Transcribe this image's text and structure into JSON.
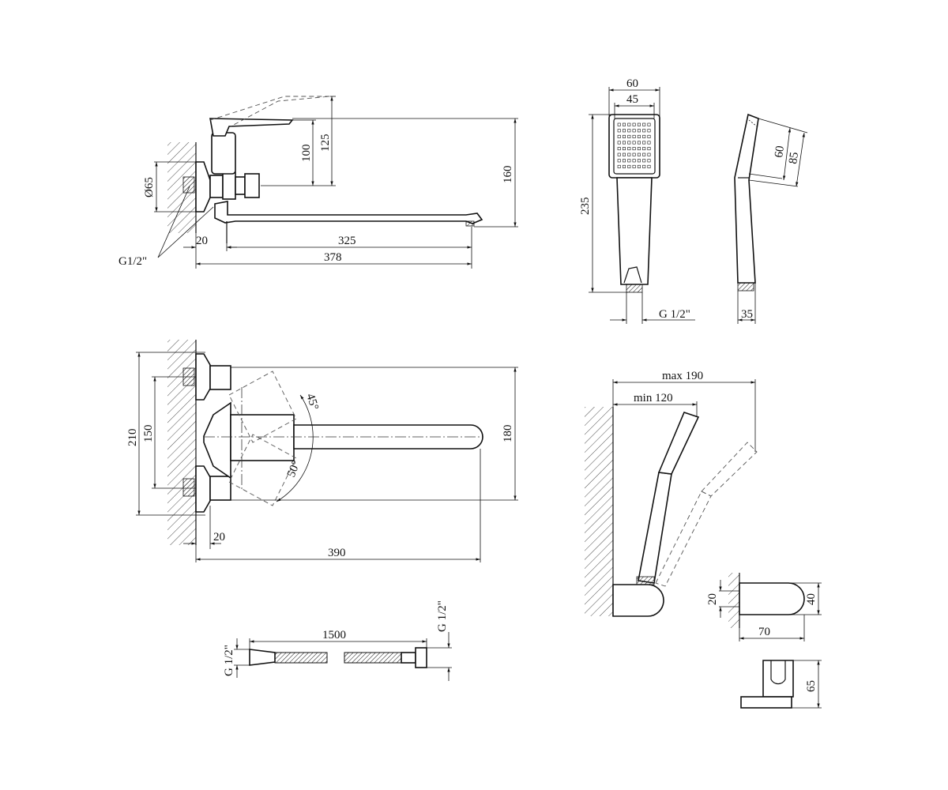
{
  "dimensions": {
    "side_view": {
      "d_flange": "Ø65",
      "thread": "G1/2\"",
      "lever_h100": "100",
      "lever_h125": "125",
      "height": "160",
      "wall_offset": "20",
      "spout_len": "325",
      "total_len": "378"
    },
    "shower_head": {
      "head_outer": "60",
      "head_inner": "45",
      "length": "235",
      "thread": "G 1/2\"",
      "side_face": "60",
      "side_outer": "85",
      "thickness": "35"
    },
    "top_view": {
      "centers_outer": "210",
      "centers": "150",
      "wall_offset": "20",
      "reach": "390",
      "swivel": "180",
      "angle_up": "45°",
      "angle_down": "50°"
    },
    "hose": {
      "length": "1500",
      "thread_left": "G 1/2\"",
      "thread_right": "G 1/2\""
    },
    "holder": {
      "reach_max": "max 190",
      "reach_min": "min 120",
      "bracket_h": "20",
      "bracket_d": "40",
      "bracket_w": "70",
      "holder_h": "65"
    }
  }
}
